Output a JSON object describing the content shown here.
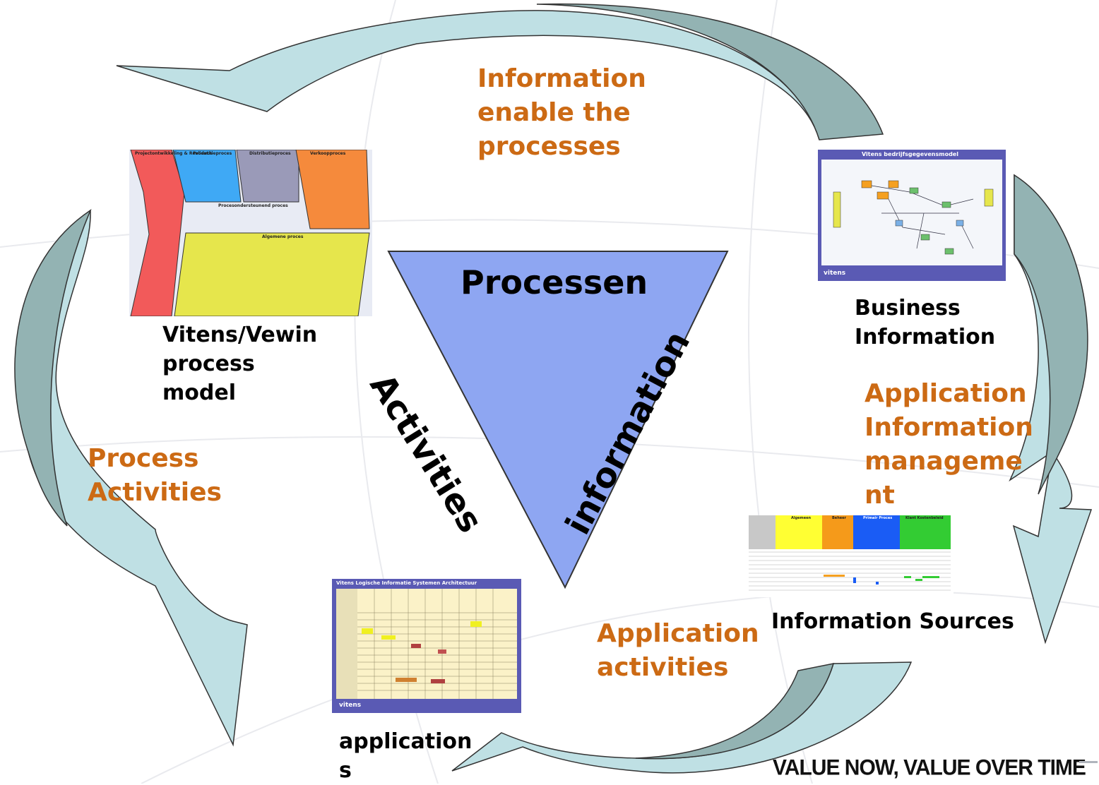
{
  "triangle": {
    "top_label": "Processen",
    "left_label": "Activities",
    "right_label": "information",
    "fill": "#8ea6f2"
  },
  "cycle_labels": {
    "top": [
      "Information",
      "enable the",
      "processes"
    ],
    "right": [
      "Application",
      "Information",
      "manageme",
      "nt"
    ],
    "bottom": [
      "Application",
      "activities"
    ],
    "left": [
      "Process",
      "Activities"
    ]
  },
  "captions": {
    "process_model": [
      "Vitens/Vewin",
      "process",
      "model"
    ],
    "business_info": [
      "Business",
      "Information"
    ],
    "info_sources": "Information Sources",
    "applications": [
      "application",
      "s"
    ]
  },
  "footer": {
    "slogan": "VALUE NOW, VALUE OVER TIME"
  },
  "thumbnails": {
    "process_model": {
      "headers": [
        "Projectontwikkeling & Realisatie",
        "Productieproces",
        "Distributieproces",
        "Verkoopproces"
      ],
      "mid": "Procesondersteunend proces",
      "bottom": "Algemene proces",
      "colors": [
        "#f25a5a",
        "#3fa9f5",
        "#9a9ab8",
        "#f58a3c",
        "#e6e64c"
      ]
    },
    "business_info": {
      "title": "Vitens bedrijfsgegevensmodel",
      "logo": "vitens"
    },
    "info_sources": {
      "groups": [
        "Algemeen",
        "Beheer",
        "Primair Proces",
        "Klant Kostenbeleid"
      ],
      "colors": [
        "#ffff33",
        "#f59a1a",
        "#1a5cf5",
        "#33cc33"
      ]
    },
    "applications": {
      "title": "Vitens Logische Informatie Systemen Architectuur",
      "logo": "vitens"
    }
  },
  "colors": {
    "arrow": "#bfe0e4",
    "arrow_dark": "#93b3b3",
    "orange_text": "#cc6a14"
  }
}
